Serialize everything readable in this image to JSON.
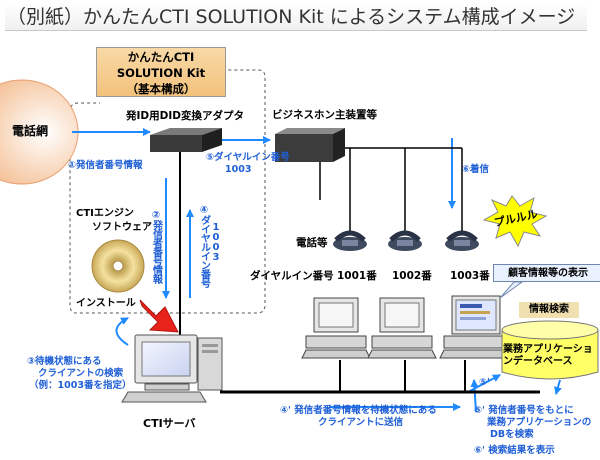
{
  "title": "（別紙）かんたんCTI SOLUTION Kit によるシステム構成イメージ",
  "kit_box": {
    "line1": "かんたんCTI",
    "line2": "SOLUTION Kit",
    "line3": "（基本構成）"
  },
  "nodes": {
    "phone_network": "電話網",
    "did_adapter": "発ID用DID変換アダプタ",
    "pbx": "ビジネスホン主装置等",
    "cti_engine_line1": "CTIエンジン",
    "cti_engine_line2": "ソフトウェア",
    "install": "インストール",
    "cti_server": "CTIサーバ",
    "phones_label": "電話等",
    "dial_in_label": "ダイヤルイン番号",
    "ext_1001": "1001番",
    "ext_1002": "1002番",
    "ext_1003": "1003番",
    "ring_text": "プルルル",
    "customer_info_callout": "顧客情報等の表示",
    "info_search": "情報検索",
    "business_db": "業務アプリケーションデータベース"
  },
  "steps": {
    "s1": "①発信者番号情報",
    "s2": "②発信者番号情報",
    "s3_line1": "③待機状態にある",
    "s3_line2": "クライアントの検索",
    "s3_line3": "（例：1003番を指定）",
    "s4": "④ダイヤルイン番号",
    "s4_vertical_num": "1003",
    "s4p_line1": "④' 発信者番号情報を待機状態にある",
    "s4p_line2": "クライアントに送信",
    "s5_line1": "⑤ダイヤルイン番号",
    "s5_line2": "1003",
    "s5p_line1": "⑤' 発信者番号をもとに",
    "s5p_line2": "業務アプリケーションの",
    "s5p_line3": "DBを検索",
    "s5p_small": "⑤'",
    "s6": "⑥着信",
    "s6p": "⑥' 検索結果を表示"
  },
  "colors": {
    "arrow_blue": "#1f8bff",
    "step_text": "#1f5fd6",
    "kit_fill": "#f3c27c",
    "db_fill": "#ffff66",
    "red_arrow": "#e8231a",
    "ring_burst": "#ffff00"
  }
}
